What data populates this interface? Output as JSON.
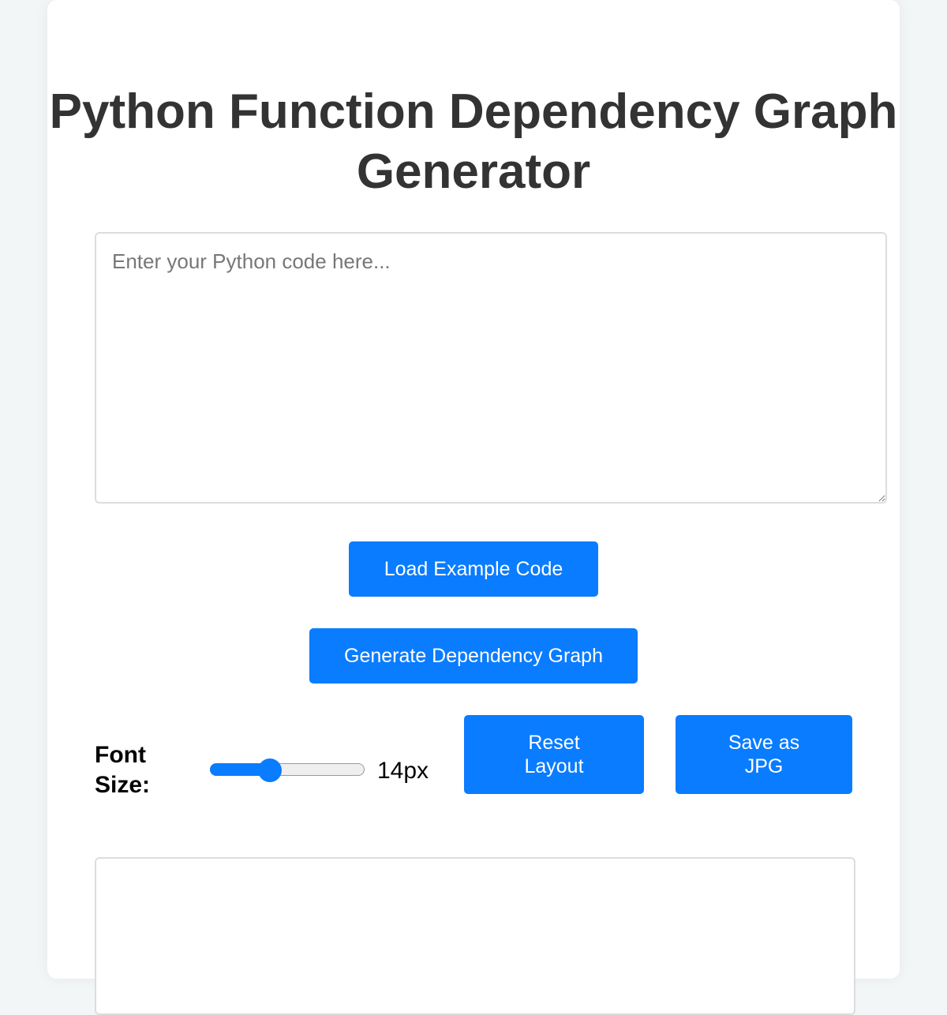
{
  "page": {
    "title": "Python Function Dependency Graph Generator"
  },
  "editor": {
    "placeholder": "Enter your Python code here...",
    "value": ""
  },
  "buttons": {
    "load_example": "Load Example Code",
    "generate": "Generate Dependency Graph",
    "reset_layout": "Reset\nLayout",
    "save_jpg": "Save as\nJPG"
  },
  "font_control": {
    "label": "Font Size:",
    "value_text": "14px",
    "slider_fraction": 0.39
  },
  "colors": {
    "accent": "#0a7cff",
    "title_text": "#333333",
    "background": "#f3f6f7",
    "card": "#ffffff"
  }
}
